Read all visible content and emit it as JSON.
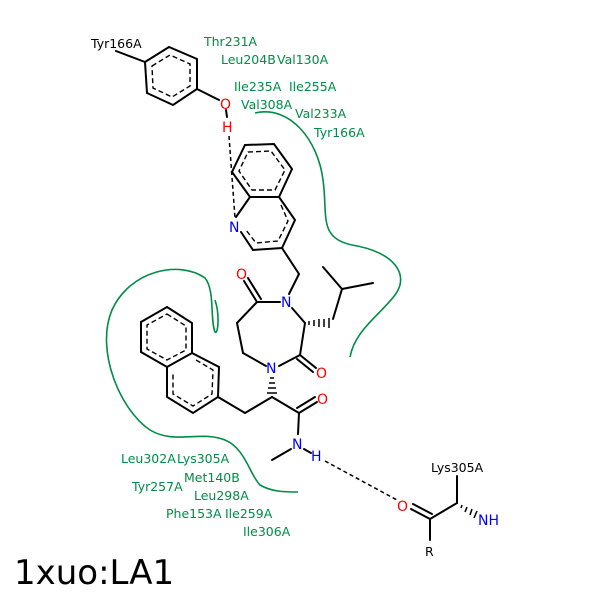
{
  "title": "1xuo:LA1",
  "hydrophobic_residues_top": [
    "Thr231A",
    "Leu204B",
    "Val130A",
    "Ile235A",
    "Ile255A",
    "Val308A",
    "Val233A",
    "Tyr166A"
  ],
  "hydrophobic_residues_bottom": [
    "Leu302A",
    "Lys305A",
    "Met140B",
    "Tyr257A",
    "Leu298A",
    "Phe153A",
    "Ile259A",
    "Ile306A"
  ],
  "hbond_partners": {
    "tyr": "Tyr166A",
    "lys": "Lys305A"
  },
  "atoms": {
    "O": "O",
    "N": "N",
    "H": "H",
    "NH": "NH",
    "R": "R"
  },
  "colors": {
    "hydrophobic": "#008c46",
    "nitrogen": "#0000ff",
    "oxygen": "#ff0000"
  }
}
